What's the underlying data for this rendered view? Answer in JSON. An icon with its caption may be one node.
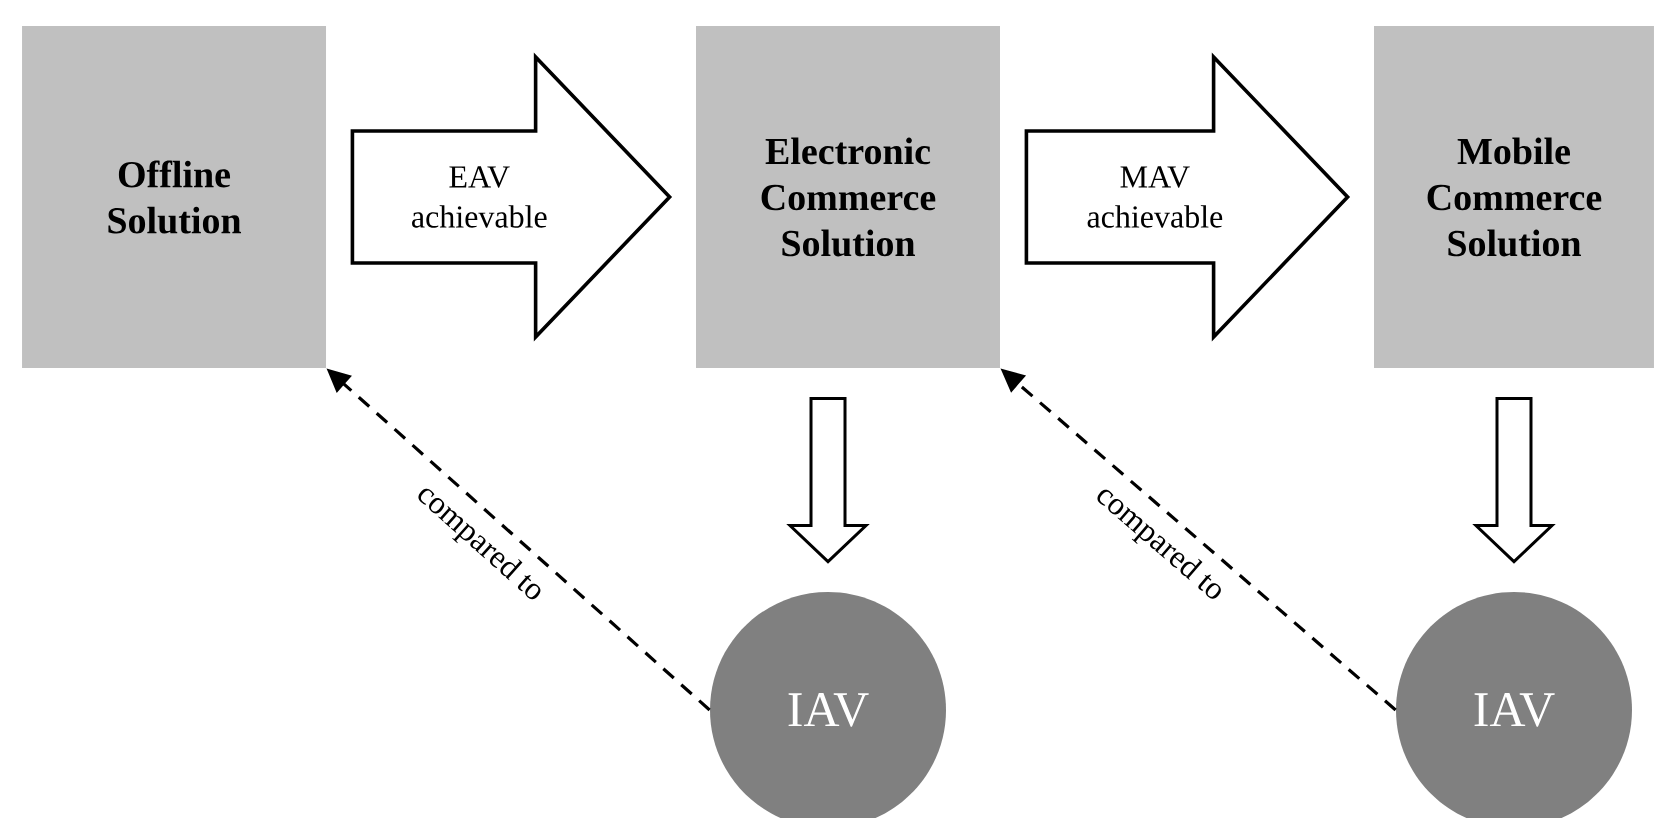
{
  "diagram": {
    "nodes": [
      {
        "text": [
          "Offline Solution"
        ]
      },
      {
        "text": [
          "Electronic Commerce Solution"
        ]
      },
      {
        "text": [
          "Mobile Commerce Solution"
        ]
      },
      {
        "text": [
          "IAV"
        ]
      },
      {
        "text": [
          "IAV"
        ]
      }
    ],
    "edges": [
      {
        "from": 0,
        "to": 1,
        "arrow": "to",
        "label": "EAV achievable",
        "style": "thick"
      },
      {
        "from": 1,
        "to": 2,
        "arrow": "to",
        "label": "MAV achievable",
        "style": "thick"
      },
      {
        "from": 1,
        "to": 3,
        "arrow": "to",
        "style": "thick"
      },
      {
        "from": 2,
        "to": 4,
        "arrow": "to",
        "style": "thick"
      },
      {
        "from": 3,
        "to": 0,
        "arrow": "to",
        "label": "compared to",
        "style": "dashed"
      },
      {
        "from": 4,
        "to": 1,
        "arrow": "to",
        "label": "compared to",
        "style": "dashed"
      }
    ]
  }
}
